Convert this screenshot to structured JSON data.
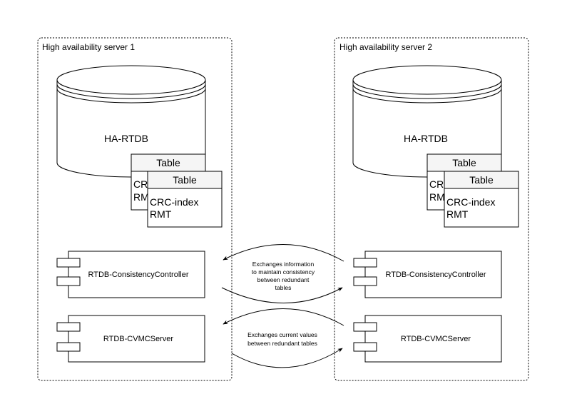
{
  "servers": [
    {
      "title": "High availability server 1",
      "database": "HA-RTDB",
      "tables": [
        {
          "header": "Table",
          "lines": [
            "CRC-index",
            "RMT"
          ]
        },
        {
          "header": "Table",
          "lines": [
            "CRC-index",
            "RMT"
          ]
        }
      ],
      "components": [
        "RTDB-ConsistencyController",
        "RTDB-CVMCServer"
      ]
    },
    {
      "title": "High availability server 2",
      "database": "HA-RTDB",
      "tables": [
        {
          "header": "Table",
          "lines": [
            "CRC-index",
            "RMT"
          ]
        },
        {
          "header": "Table",
          "lines": [
            "CRC-index",
            "RMT"
          ]
        }
      ],
      "components": [
        "RTDB-ConsistencyController",
        "RTDB-CVMCServer"
      ]
    }
  ],
  "exchanges": [
    {
      "lines": [
        "Exchanges information",
        "to maintain consistency",
        "between redundant",
        "tables"
      ]
    },
    {
      "lines": [
        "Exchanges current values",
        "between redundant tables"
      ]
    }
  ],
  "colors": {
    "stroke": "#000000",
    "table_header": "#f5f5f5",
    "background": "#ffffff"
  }
}
